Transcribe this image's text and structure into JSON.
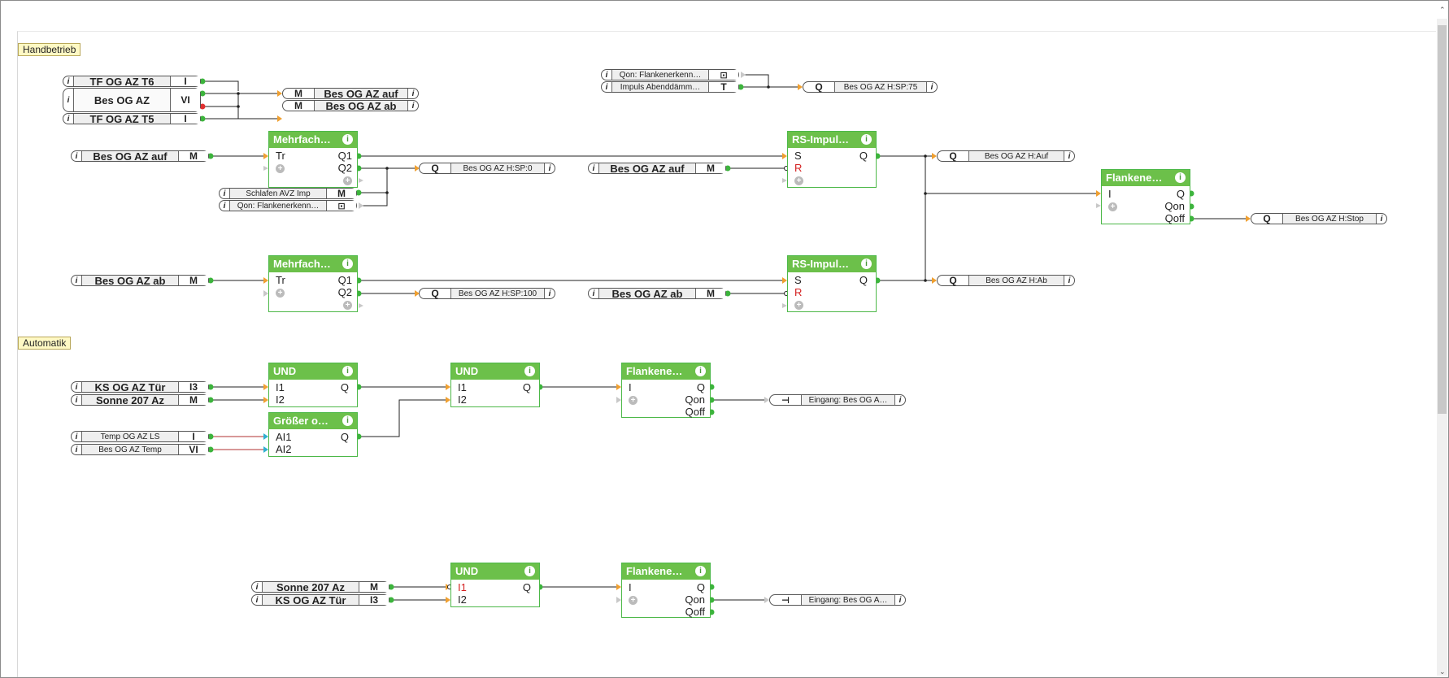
{
  "groups": {
    "handbetrieb": "Handbetrieb",
    "automatik": "Automatik"
  },
  "inputs": {
    "tf_t6": {
      "name": "TF OG AZ T6",
      "type": "I"
    },
    "bes_og_az": {
      "name": "Bes OG AZ",
      "type": "VI"
    },
    "tf_t5": {
      "name": "TF OG AZ T5",
      "type": "I"
    },
    "qon_top": {
      "name": "Qon: Flankenerkenn…"
    },
    "impuls": {
      "name": "Impuls Abenddämm…",
      "type": "T"
    },
    "auf_in": {
      "name": "Bes OG AZ auf",
      "type": "M"
    },
    "schlafen": {
      "name": "Schlafen AVZ Imp",
      "type": "M"
    },
    "qon_mid": {
      "name": "Qon: Flankenerkenn…"
    },
    "auf_rs": {
      "name": "Bes OG AZ auf",
      "type": "M"
    },
    "ab_in": {
      "name": "Bes OG AZ ab",
      "type": "M"
    },
    "ab_rs": {
      "name": "Bes OG AZ ab",
      "type": "M"
    },
    "ks_tuer1": {
      "name": "KS OG AZ Tür",
      "type": "I3"
    },
    "sonne1": {
      "name": "Sonne 207 Az",
      "type": "M"
    },
    "temp_ls": {
      "name": "Temp OG AZ LS",
      "type": "I"
    },
    "bes_temp": {
      "name": "Bes OG AZ Temp",
      "type": "VI"
    },
    "sonne2": {
      "name": "Sonne 207 Az",
      "type": "M"
    },
    "ks_tuer2": {
      "name": "KS OG AZ Tür",
      "type": "I3"
    }
  },
  "outputs": {
    "m_auf": {
      "type": "M",
      "name": "Bes OG AZ auf"
    },
    "m_ab": {
      "type": "M",
      "name": "Bes OG AZ ab"
    },
    "sp75": {
      "type": "Q",
      "name": "Bes OG AZ H:SP:75"
    },
    "sp0": {
      "type": "Q",
      "name": "Bes OG AZ H:SP:0"
    },
    "sp100": {
      "type": "Q",
      "name": "Bes OG AZ H:SP:100"
    },
    "h_auf": {
      "type": "Q",
      "name": "Bes OG AZ H:Auf"
    },
    "h_ab": {
      "type": "Q",
      "name": "Bes OG AZ H:Ab"
    },
    "h_stop": {
      "type": "Q",
      "name": "Bes OG AZ H:Stop"
    },
    "eingang1": {
      "name": "Eingang: Bes OG A…"
    },
    "eingang2": {
      "name": "Eingang: Bes OG A…"
    }
  },
  "blocks": {
    "mehrfach1": {
      "title": "Mehrfach…",
      "pins": [
        "Tr",
        "Q1",
        "Q2"
      ]
    },
    "mehrfach2": {
      "title": "Mehrfach…",
      "pins": [
        "Tr",
        "Q1",
        "Q2"
      ]
    },
    "rs1": {
      "title": "RS-Impul…",
      "pins": [
        "S",
        "Q",
        "R"
      ]
    },
    "rs2": {
      "title": "RS-Impul…",
      "pins": [
        "S",
        "Q",
        "R"
      ]
    },
    "flanke1": {
      "title": "Flankene…",
      "pins": [
        "I",
        "Q",
        "Qon",
        "Qoff"
      ]
    },
    "und1": {
      "title": "UND",
      "pins": [
        "I1",
        "Q",
        "I2"
      ]
    },
    "groesser": {
      "title": "Größer o…",
      "pins": [
        "AI1",
        "Q",
        "AI2"
      ]
    },
    "und2": {
      "title": "UND",
      "pins": [
        "I1",
        "Q",
        "I2"
      ]
    },
    "flanke2": {
      "title": "Flankene…",
      "pins": [
        "I",
        "Q",
        "Qon",
        "Qoff"
      ]
    },
    "und3": {
      "title": "UND",
      "pins": [
        "I1",
        "Q",
        "I2"
      ]
    },
    "flanke3": {
      "title": "Flankene…",
      "pins": [
        "I",
        "Q",
        "Qon",
        "Qoff"
      ]
    }
  },
  "icons": {
    "info": "i",
    "plus": "+"
  },
  "colors": {
    "block_header": "#6cc04a",
    "block_border": "#4cb848",
    "wire": "#222222",
    "analog_wire": "#b03030",
    "pin_green": "#3cb43c",
    "pin_orange": "#f0a030",
    "pin_cyan": "#30b0d0",
    "pin_red": "#e03030",
    "group_bg": "#fff9c4"
  }
}
